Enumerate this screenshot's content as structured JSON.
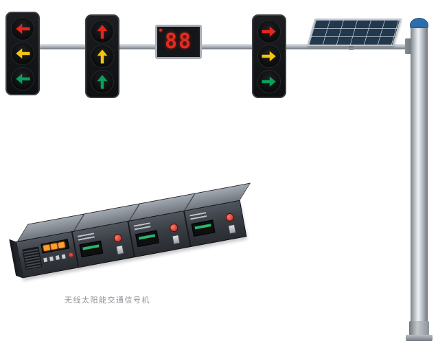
{
  "caption": {
    "text": "无线太阳能交通信号机"
  },
  "countdown": {
    "value": "88",
    "digit_color": "#e32b1e"
  },
  "heads": [
    {
      "id": "left-turn-signal-head",
      "direction": "left",
      "lenses": [
        {
          "position": "top",
          "state": "red",
          "color": "#e6251c"
        },
        {
          "position": "middle",
          "state": "yellow",
          "color": "#f3c513"
        },
        {
          "position": "bottom",
          "state": "green",
          "color": "#0aa05a"
        }
      ]
    },
    {
      "id": "straight-signal-head",
      "direction": "up",
      "lenses": [
        {
          "position": "top",
          "state": "red",
          "color": "#e6251c"
        },
        {
          "position": "middle",
          "state": "yellow",
          "color": "#f3c513"
        },
        {
          "position": "bottom",
          "state": "green",
          "color": "#0aa05a"
        }
      ]
    },
    {
      "id": "right-turn-signal-head",
      "direction": "right",
      "lenses": [
        {
          "position": "top",
          "state": "red",
          "color": "#e6251c"
        },
        {
          "position": "middle",
          "state": "yellow",
          "color": "#f3c513"
        },
        {
          "position": "bottom",
          "state": "green",
          "color": "#0aa05a"
        }
      ]
    }
  ],
  "controller": {
    "display_color": "#ff9d2e",
    "indicator_color": "#ff3b2e",
    "lamp_display_color": "#35d27a"
  },
  "pole": {
    "cap_color": "#2e6dab"
  }
}
